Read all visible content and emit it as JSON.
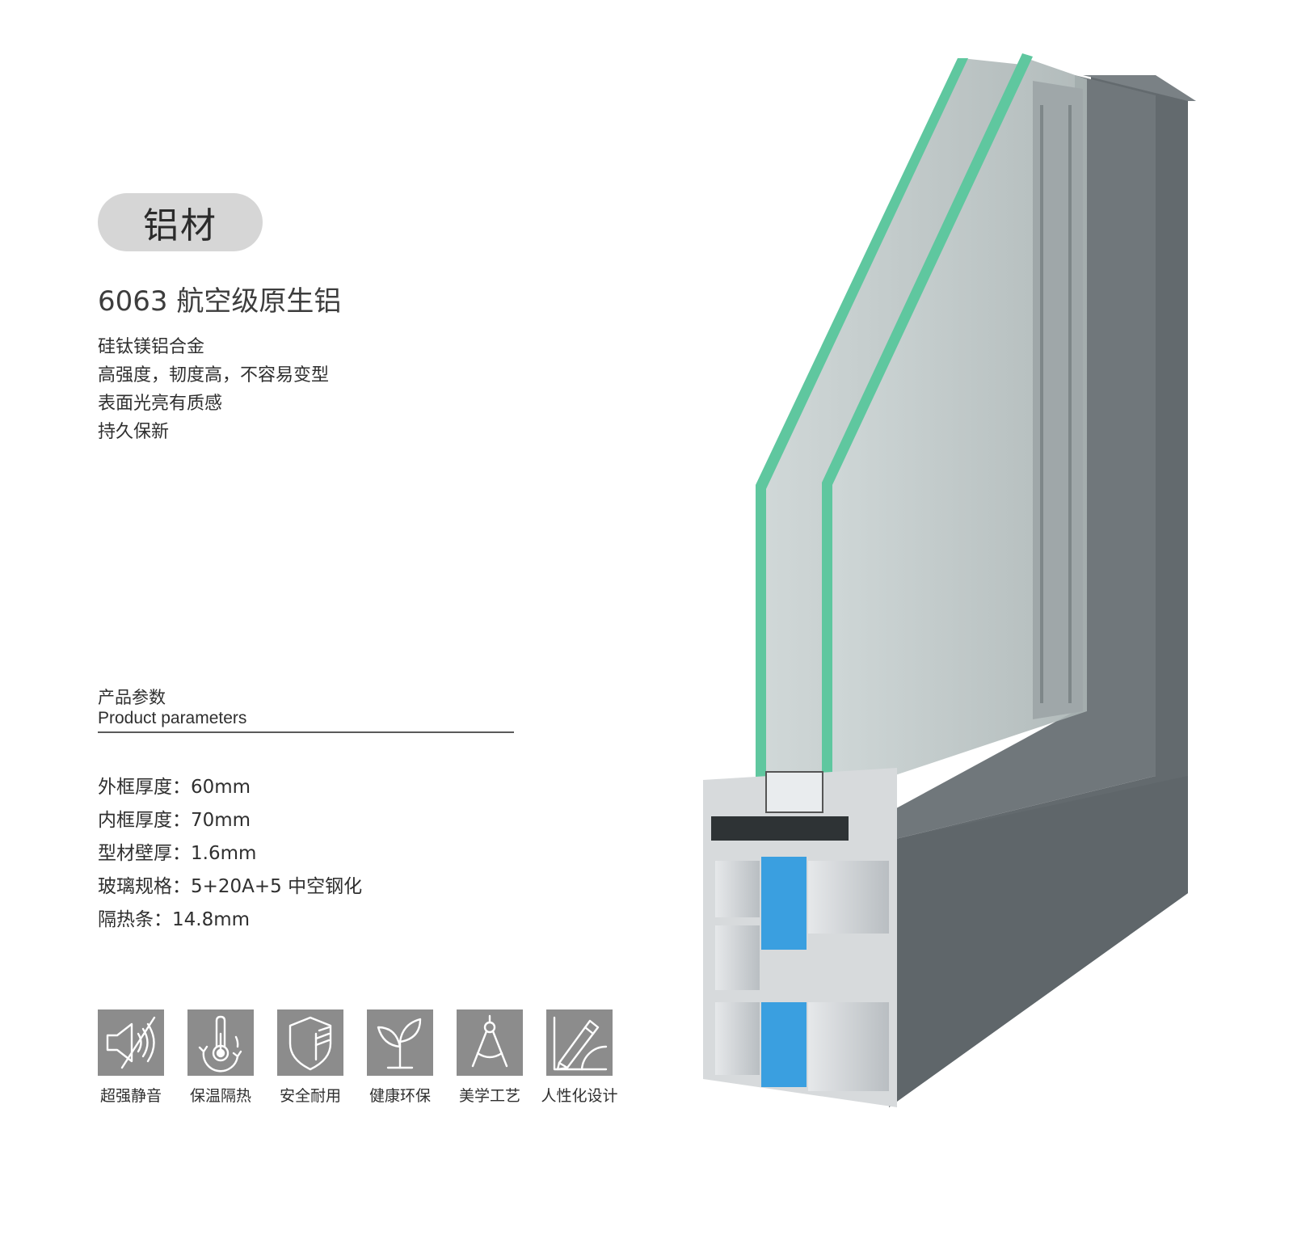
{
  "badge": {
    "label": "铝材"
  },
  "subtitle": "6063 航空级原生铝",
  "features": [
    "硅钛镁铝合金",
    "高强度，韧度高，不容易变型",
    "表面光亮有质感",
    "持久保新"
  ],
  "params_header": {
    "zh": "产品参数",
    "en": "Product parameters"
  },
  "params": [
    "外框厚度：60mm",
    "内框厚度：70mm",
    "型材壁厚：1.6mm",
    "玻璃规格：5+20A+5 中空钢化",
    "隔热条：14.8mm"
  ],
  "icons": [
    {
      "label": "超强静音",
      "icon": "speaker-sound-icon"
    },
    {
      "label": "保温隔热",
      "icon": "thermometer-icon"
    },
    {
      "label": "安全耐用",
      "icon": "shield-icon"
    },
    {
      "label": "健康环保",
      "icon": "sprout-icon"
    },
    {
      "label": "美学工艺",
      "icon": "compass-icon"
    },
    {
      "label": "人性化设计",
      "icon": "pencil-ruler-icon"
    }
  ],
  "colors": {
    "badge_bg": "#d6d6d6",
    "icon_bg": "#8c8c8c",
    "frame_gray": "#62686c",
    "glass_edge": "#5fc79f",
    "thermal_break_blue": "#3a9fe0"
  }
}
